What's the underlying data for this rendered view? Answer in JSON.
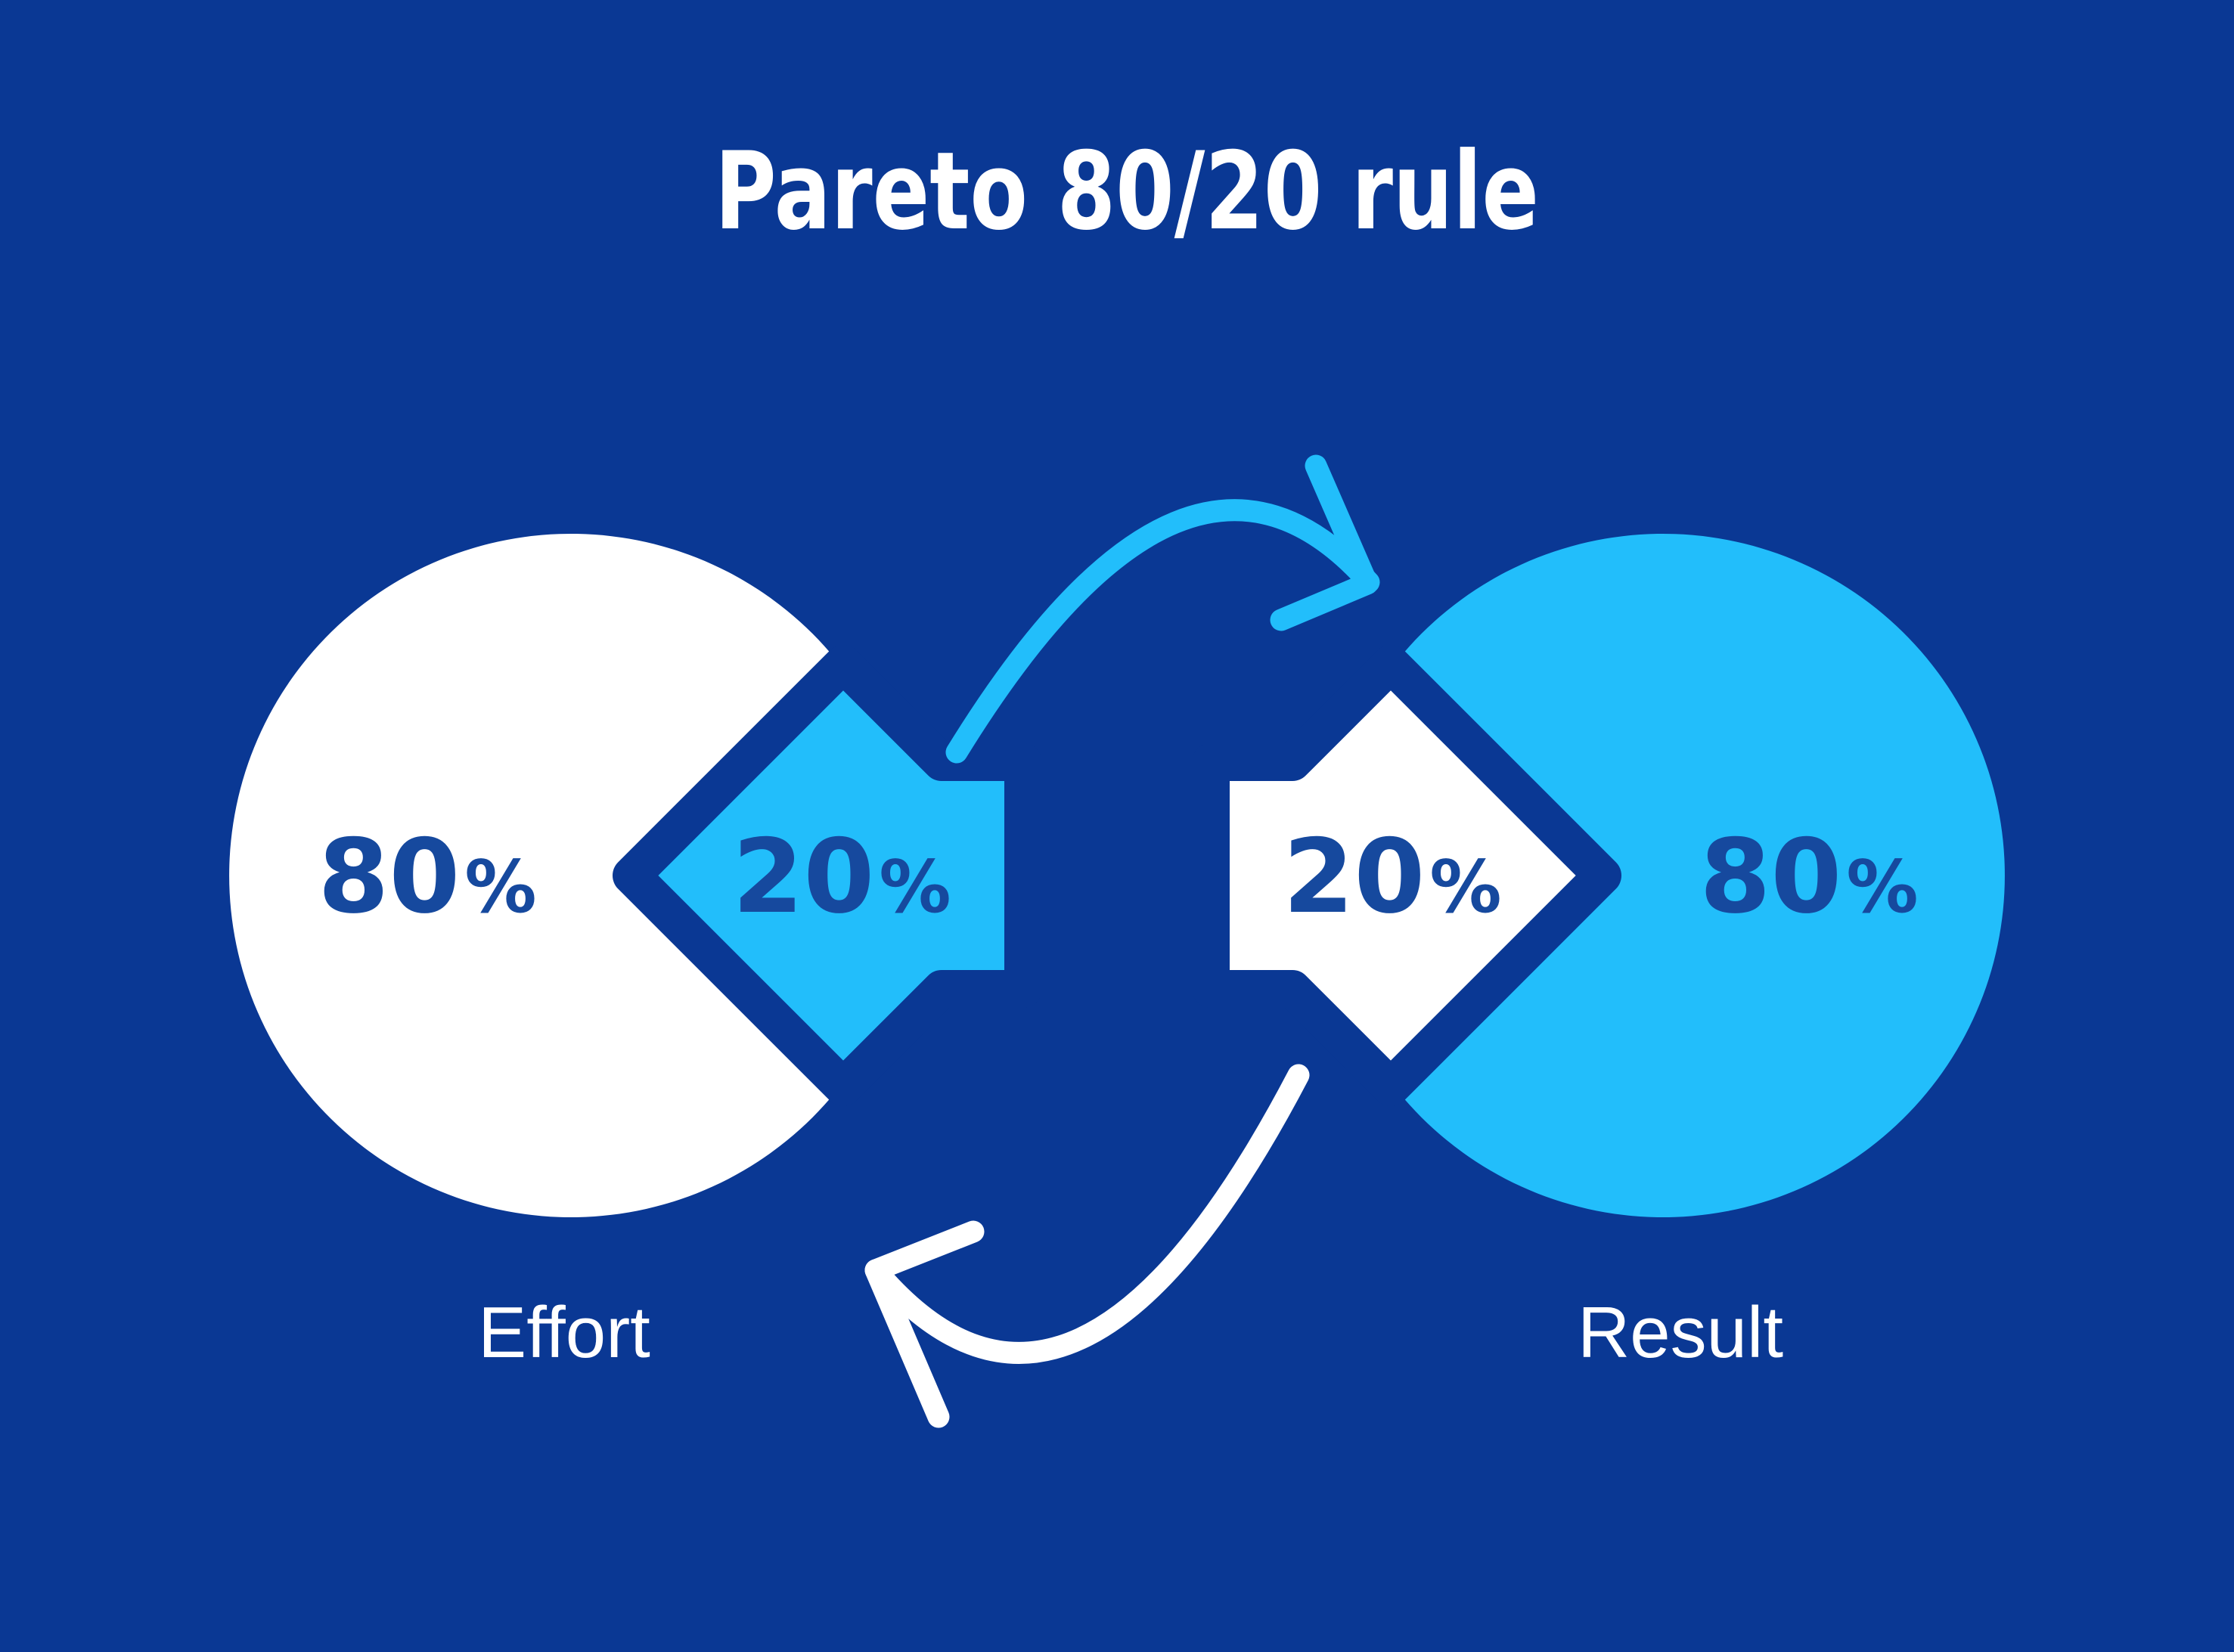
{
  "title": "Pareto 80/20 rule",
  "palette": {
    "background": "#0a3894",
    "cyan": "#22befb",
    "white": "#ffffff",
    "number_navy": "#16499e",
    "outline_navy": "#0a3894"
  },
  "diagram": {
    "left": {
      "circle_value": "80",
      "circle_unit": "%",
      "arrow_value": "20",
      "arrow_unit": "%",
      "label": "Effort",
      "circle_color": "white",
      "arrow_color": "cyan",
      "arrow_direction": "left"
    },
    "right": {
      "circle_value": "80",
      "circle_unit": "%",
      "arrow_value": "20",
      "arrow_unit": "%",
      "label": "Result",
      "circle_color": "cyan",
      "arrow_color": "white",
      "arrow_direction": "right"
    },
    "cycle_icons": [
      "cycle-arrow-top",
      "cycle-arrow-bottom"
    ]
  },
  "chart_data": {
    "type": "pie",
    "title": "Pareto 80/20 rule",
    "series": [
      {
        "name": "Effort",
        "labels": [
          "80%",
          "20%"
        ],
        "values": [
          80,
          20
        ]
      },
      {
        "name": "Result",
        "labels": [
          "20%",
          "80%"
        ],
        "values": [
          20,
          80
        ]
      }
    ],
    "annotations": [
      "Effort",
      "Result"
    ]
  }
}
